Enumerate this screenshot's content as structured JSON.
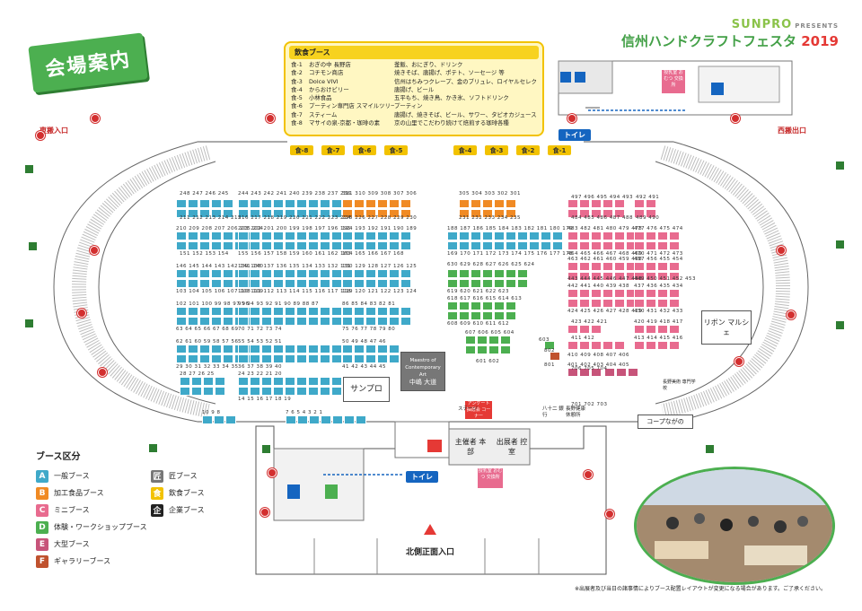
{
  "title": "会場案内",
  "brand": {
    "top": "SUNPRO",
    "presents": "PRESENTS",
    "name": "信州ハンドクラフトフェスタ",
    "year": "2019"
  },
  "food_table": {
    "heading": "飲食ブース",
    "rows": [
      {
        "id": "食-1",
        "name": "おぎの中 長野店",
        "items": "釜飯、おにぎり、ドリンク"
      },
      {
        "id": "食-2",
        "name": "コチモン商店",
        "items": "焼きそば、唐揚げ、ポテト、ソーセージ 等"
      },
      {
        "id": "食-3",
        "name": "Dolce VIVI",
        "items": "信州はちみつクレープ、金のブリュレ、ロイヤルセレクトソフトクリーム 他"
      },
      {
        "id": "食-4",
        "name": "からおけビリー",
        "items": "唐揚げ、ビール"
      },
      {
        "id": "食-5",
        "name": "小林食品",
        "items": "五平もち、焼き鳥、かき氷、ソフトドリンク"
      },
      {
        "id": "食-6",
        "name": "プーティン専門店 スマイルツリー",
        "items": "プーティン"
      },
      {
        "id": "食-7",
        "name": "スティーム",
        "items": "唐揚げ、焼きそば、ビール、サワー、タピオカジュース、黒糖ジュース"
      },
      {
        "id": "食-8",
        "name": "マサイの泉-京都・珈琲の素",
        "items": "京の山里でこだわり続けて焙煎する珈琲各種"
      }
    ]
  },
  "food_tags": [
    "食-8",
    "食-7",
    "食-6",
    "食-5",
    "食-4",
    "食-3",
    "食-2",
    "食-1"
  ],
  "labels": {
    "east_entry": "東搬入口",
    "west_exit": "西搬出口",
    "toilet": "トイレ",
    "toilet2": "トイレ",
    "nursing": "授乳室 おむつ 交換所",
    "nursing2": "授乳室 おむつ 交換所",
    "maestro": "Maestro of Contemporary Art",
    "maestro_name": "中嶋 大道",
    "sanpro": "サンプロ",
    "ribbon": "リボン マルシェ",
    "coop": "コープながの",
    "organizer": "主催者 本部",
    "exhibitor_room": "出展者 控室",
    "north_entry": "北側正面入口",
    "survey": "アンケート 抽選会 コーナー",
    "hachijuni": "八十二 銀行",
    "nagano_kenko": "長野健康 休憩所",
    "note": "※出展者及び当日の諸事情によりブース配置レイアウトが変更になる場合があります。ご了承ください。",
    "stage": "ステージ",
    "nagano_school": "長野美術 専門学校"
  },
  "legend": {
    "heading": "ブース区分",
    "items": [
      {
        "badge": "A",
        "label": "一般ブース",
        "color": "#3fa9c9"
      },
      {
        "badge": "B",
        "label": "加工食品ブース",
        "color": "#f08a24"
      },
      {
        "badge": "C",
        "label": "ミニブース",
        "color": "#e86b8f"
      },
      {
        "badge": "D",
        "label": "体験・ワークショップブース",
        "color": "#4caf50"
      },
      {
        "badge": "E",
        "label": "大型ブース",
        "color": "#c7547a"
      },
      {
        "badge": "F",
        "label": "ギャラリーブース",
        "color": "#c0522e"
      }
    ],
    "items2": [
      {
        "badge": "匠",
        "label": "匠ブース",
        "color": "#777"
      },
      {
        "badge": "食",
        "label": "飲食ブース",
        "color": "#f2c200"
      },
      {
        "badge": "企",
        "label": "企業ブース",
        "color": "#222"
      }
    ]
  },
  "booth_rows": [
    "248 247 246 245",
    "211 212 213 214 215",
    "244 243 242 241 240 239 238 237 236",
    "216 217 218 219 220 221 222 223 224",
    "311 310 309 308 307 306",
    "225 226 227 228 229 230",
    "305 304 303 302 301",
    "231 232 233 234 235",
    "497 496 495 494 493",
    "484 485 486 487 488",
    "492 491",
    "489 490",
    "210 209 208 207 206 205 204",
    "151 152 153 154",
    "203 202 201 200 199 198 197 196 195",
    "155 156 157 158 159 160 161 162 163",
    "194 193 192 191 190 189",
    "164 165 166 167 168",
    "188 187 186 185 184 183 182 181 180 179",
    "169 170 171 172 173 174 175 176 177 178",
    "146 145 144 143 142 141 140",
    "103 104 105 106 107 108 109",
    "139 138 137 136 135 134 133 132 131",
    "110 111 112 113 114 115 116 117 118",
    "130 129 128 127 126 125",
    "119 120 121 122 123 124",
    "102 101 100 99 98 97 96",
    "63 64 65 66 67 68 69",
    "95 94 93 92 91 90 89 88 87",
    "70 71 72 73 74",
    "86 85 84 83 82 81",
    "75 76 77 78 79 80",
    "62 61 60 59 58 57 56",
    "29 30 31 32 33 34 35",
    "55 54 53 52 51",
    "36 37 38 39 40",
    "50 49 48 47 46",
    "41 42 43 44 45",
    "28 27 26 25",
    "24 23 22 21 20",
    "14 15 16 17 18 19",
    "10 9 8",
    "7 6 5 4 3 2 1",
    "630 629 628 627 626 625 624",
    "618 617 616 615 614 613",
    "619 620 621 622 623",
    "608 609 610 611 612",
    "607 606 605 604",
    "603",
    "601 602",
    "483 482 481 480 479 478",
    "464 465 466 467 468 469",
    "477 476 475 474",
    "470 471 472 473",
    "463 462 461 460 459 458",
    "457 456 455 454",
    "443 444 445 446 447 448",
    "449 450 451 452 453",
    "442 441 440 439 438",
    "437 436 435 434",
    "424 425 426 427 428 429",
    "430 431 432 433",
    "423 422 421",
    "420 419 418 417",
    "411 412",
    "413 414 415 416",
    "410 409 408 407 406",
    "401 402 403 404 405",
    "802",
    "801",
    "706 705 704",
    "701 702 703"
  ]
}
